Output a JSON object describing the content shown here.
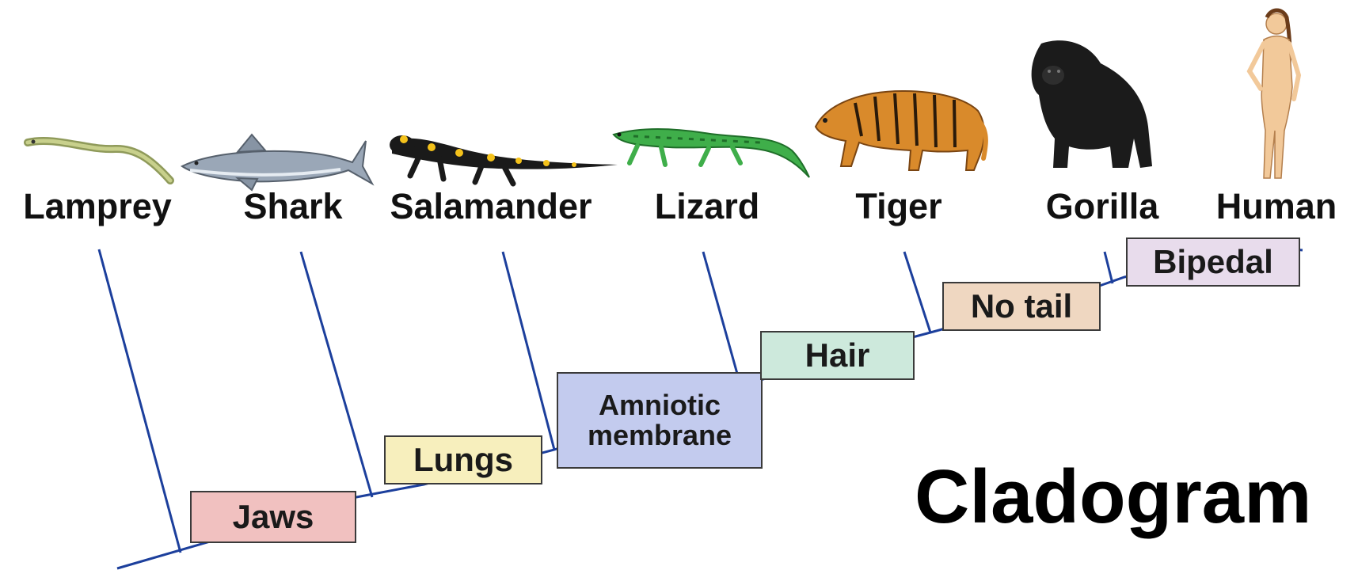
{
  "title": "Cladogram",
  "taxa": [
    {
      "name": "Lamprey",
      "icon": "lamprey-icon"
    },
    {
      "name": "Shark",
      "icon": "shark-icon"
    },
    {
      "name": "Salamander",
      "icon": "salamander-icon"
    },
    {
      "name": "Lizard",
      "icon": "lizard-icon"
    },
    {
      "name": "Tiger",
      "icon": "tiger-icon"
    },
    {
      "name": "Gorilla",
      "icon": "gorilla-icon"
    },
    {
      "name": "Human",
      "icon": "human-icon"
    }
  ],
  "traits": [
    {
      "lines": [
        "Jaws"
      ],
      "color": "#f1c1c0"
    },
    {
      "lines": [
        "Lungs"
      ],
      "color": "#f7efbd"
    },
    {
      "lines": [
        "Amniotic",
        "membrane"
      ],
      "color": "#c3cbee"
    },
    {
      "lines": [
        "Hair"
      ],
      "color": "#cde9dc"
    },
    {
      "lines": [
        "No tail"
      ],
      "color": "#efd7c1"
    },
    {
      "lines": [
        "Bipedal"
      ],
      "color": "#e8dcec"
    }
  ],
  "colors": {
    "branch": "#1c3f9c",
    "box_border": "#3a3a3a"
  }
}
